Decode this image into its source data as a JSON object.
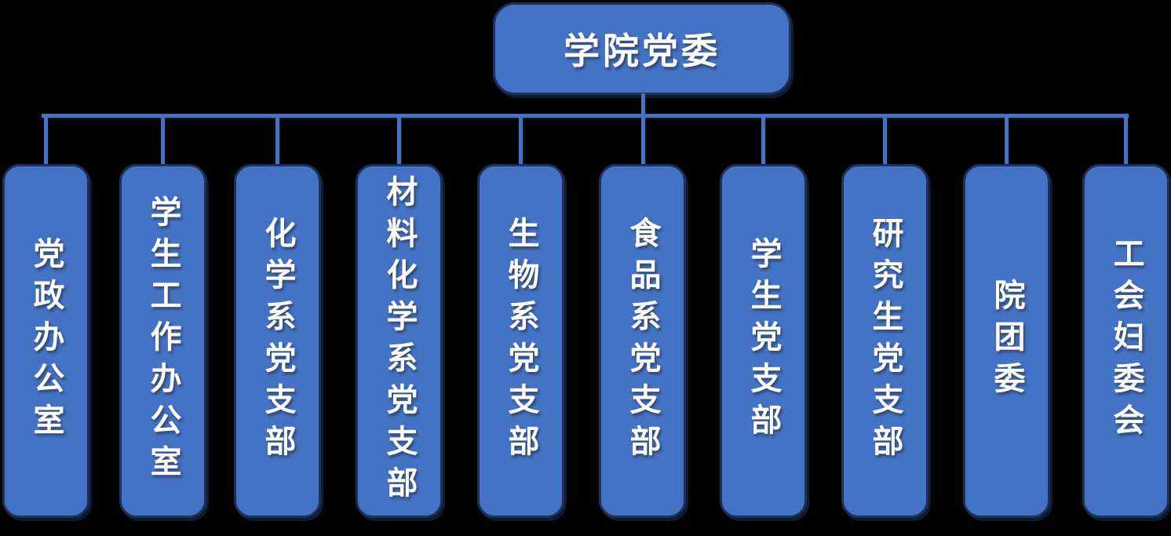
{
  "diagram": {
    "type": "org-chart",
    "root": {
      "label": "学院党委"
    },
    "units": [
      {
        "label": "党政办公室"
      },
      {
        "label": "学生工作办公室"
      },
      {
        "label": "化学系党支部"
      },
      {
        "label": "材料化学系党支部"
      },
      {
        "label": "生物系党支部"
      },
      {
        "label": "食品系党支部"
      },
      {
        "label": "学生党支部"
      },
      {
        "label": "研究生党支部"
      },
      {
        "label": "院团委"
      },
      {
        "label": "工会妇委会"
      }
    ],
    "colors": {
      "box_fill": "#4472C4",
      "box_border": "#1F3056",
      "connector": "#4472C4",
      "text": "#FFFFFF",
      "background": "#000000"
    }
  }
}
